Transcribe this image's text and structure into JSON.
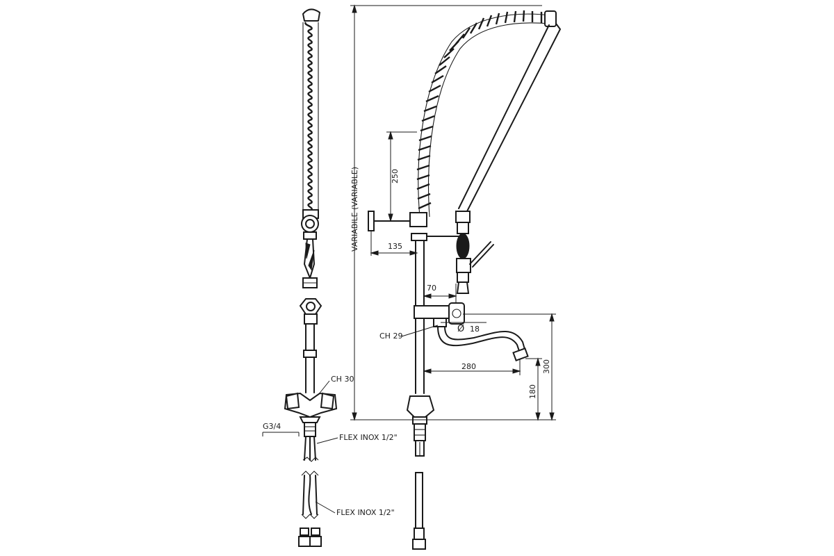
{
  "labels": {
    "variable_height": "VARIABILE (VARIABLE)",
    "dim_250": "250",
    "dim_135": "135",
    "dim_70": "70",
    "dim_18": "18",
    "diameter_symbol": "Ø",
    "hex_29": "CH 29",
    "dim_280": "280",
    "dim_300": "300",
    "dim_180": "180",
    "hex_30": "CH 30",
    "thread_g34": "G3/4",
    "flex_upper": "FLEX INOX 1/2\"",
    "flex_lower": "FLEX INOX 1/2\""
  },
  "icons": {
    "side_view": "pre-rinse-faucet-side-view",
    "front_view": "pre-rinse-faucet-front-view"
  }
}
